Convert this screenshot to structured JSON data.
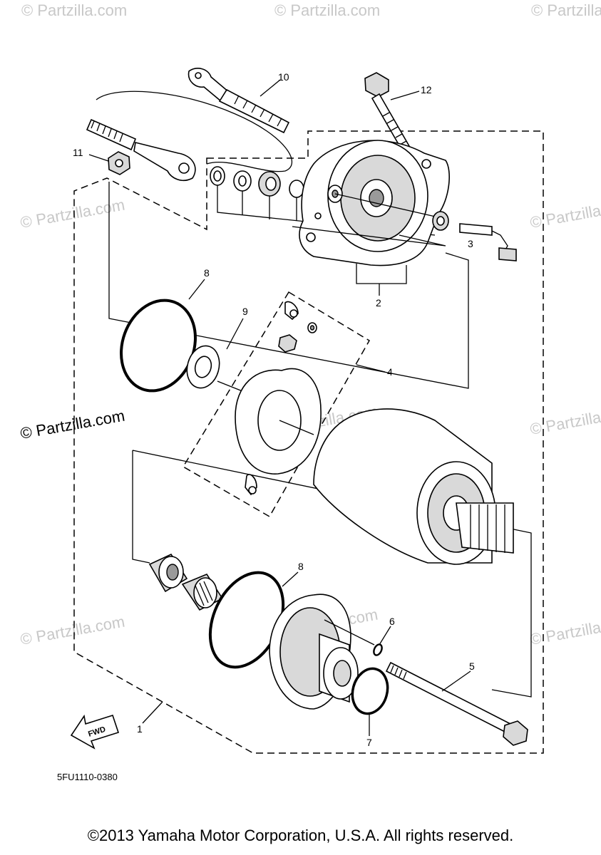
{
  "watermark": "© Partzilla.com",
  "watermark_main": "© Partzilla.com",
  "drawing_code": "5FU1110-0380",
  "fwd_label": "FWD",
  "copyright": "©2013 Yamaha Motor Corporation, U.S.A. All rights reserved.",
  "callouts": {
    "c1": "1",
    "c2": "2",
    "c3": "3",
    "c4": "4",
    "c5": "5",
    "c6": "6",
    "c7": "7",
    "c8a": "8",
    "c8b": "8",
    "c9": "9",
    "c10": "10",
    "c11": "11",
    "c12": "12"
  }
}
